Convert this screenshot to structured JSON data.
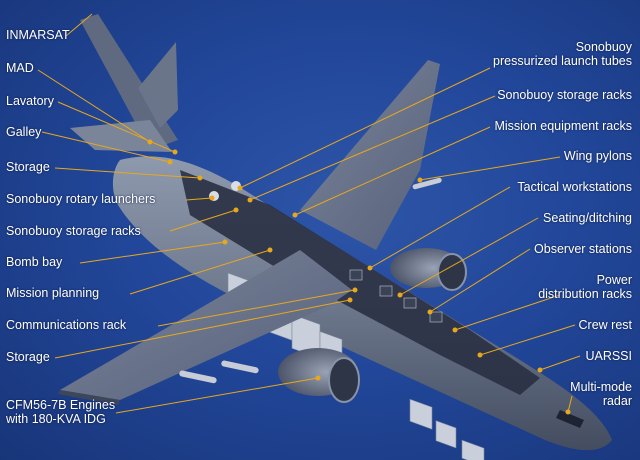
{
  "accent_color": "#e8a81e",
  "labels_left": [
    {
      "id": "inmarsat",
      "text": "INMARSAT"
    },
    {
      "id": "mad",
      "text": "MAD"
    },
    {
      "id": "lavatory",
      "text": "Lavatory"
    },
    {
      "id": "galley",
      "text": "Galley"
    },
    {
      "id": "storage-aft",
      "text": "Storage"
    },
    {
      "id": "sonobuoy-rotary-launchers",
      "text": "Sonobuoy rotary launchers"
    },
    {
      "id": "sonobuoy-storage-racks-left",
      "text": "Sonobuoy storage racks"
    },
    {
      "id": "bomb-bay",
      "text": "Bomb bay"
    },
    {
      "id": "mission-planning",
      "text": "Mission planning"
    },
    {
      "id": "communications-rack",
      "text": "Communications rack"
    },
    {
      "id": "storage-fwd",
      "text": "Storage"
    },
    {
      "id": "cfm56-engines",
      "text": "CFM56-7B Engines\nwith 180-KVA IDG"
    }
  ],
  "labels_right": [
    {
      "id": "sonobuoy-pressurized-launch-tubes",
      "text": "Sonobuoy\npressurized launch tubes"
    },
    {
      "id": "sonobuoy-storage-racks-right",
      "text": "Sonobuoy storage racks"
    },
    {
      "id": "mission-equipment-racks",
      "text": "Mission equipment racks"
    },
    {
      "id": "wing-pylons",
      "text": "Wing pylons"
    },
    {
      "id": "tactical-workstations",
      "text": "Tactical workstations"
    },
    {
      "id": "seating-ditching",
      "text": "Seating/ditching"
    },
    {
      "id": "observer-stations",
      "text": "Observer stations"
    },
    {
      "id": "power-distribution-racks",
      "text": "Power\ndistribution racks"
    },
    {
      "id": "crew-rest",
      "text": "Crew rest"
    },
    {
      "id": "uarssi",
      "text": "UARSSI"
    },
    {
      "id": "multi-mode-radar",
      "text": "Multi-mode\nradar"
    }
  ]
}
